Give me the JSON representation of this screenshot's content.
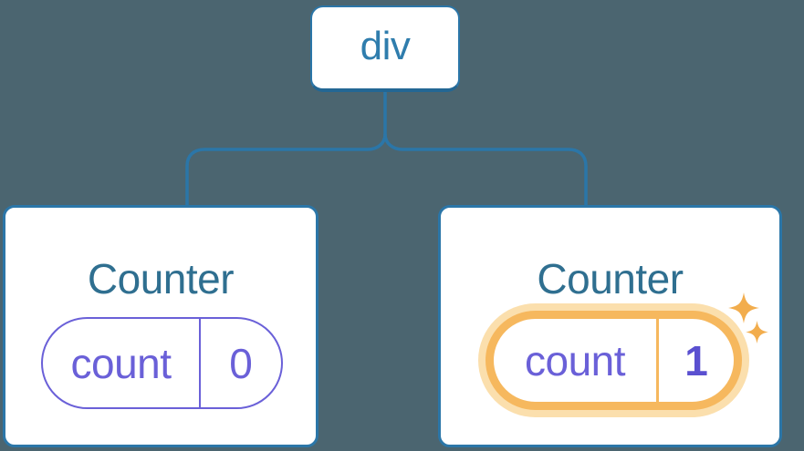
{
  "diagram": {
    "root": {
      "label": "div"
    },
    "children": [
      {
        "title": "Counter",
        "state": {
          "key": "count",
          "value": "0"
        },
        "highlighted": false
      },
      {
        "title": "Counter",
        "state": {
          "key": "count",
          "value": "1"
        },
        "highlighted": true
      }
    ],
    "colors": {
      "background": "#4B6570",
      "node_border_blue": "#2B76A8",
      "root_label_blue": "#2F7DAD",
      "component_title_blue": "#2F6F90",
      "state_purple": "#6A60D8",
      "state_value_bold_purple": "#5A50D0",
      "highlight_orange": "#F6B85E",
      "highlight_glow_orange": "#FBDFAD",
      "sparkle_orange": "#F2AD4D",
      "card_background": "#FFFFFF"
    }
  }
}
